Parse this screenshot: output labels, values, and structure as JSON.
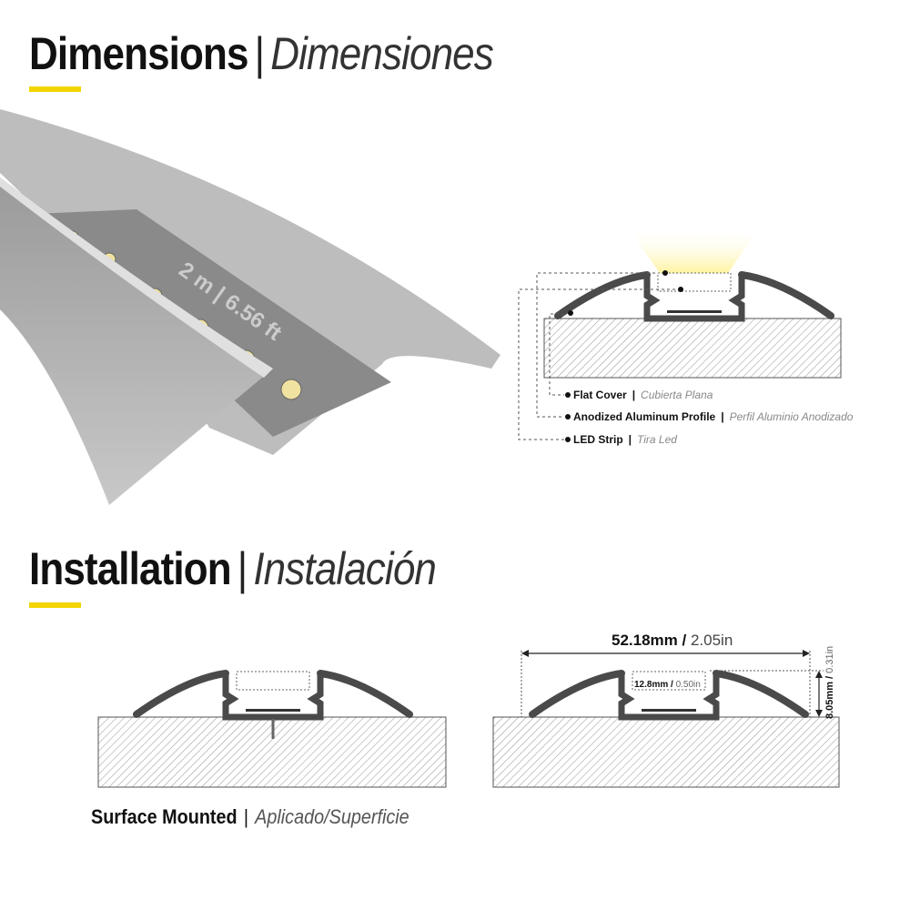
{
  "dimensions": {
    "title": "Dimensions",
    "title_es": "Dimensiones"
  },
  "product_print": "2 m | 6.56 ft",
  "legend": [
    {
      "en": "Flat Cover",
      "es": "Cubierta Plana"
    },
    {
      "en": "Anodized Aluminum Profile",
      "es": "Perfil Aluminio Anodizado"
    },
    {
      "en": "LED Strip",
      "es": "Tira Led"
    }
  ],
  "installation": {
    "title": "Installation",
    "title_es": "Instalación",
    "method": "Surface Mounted",
    "method_es": "Aplicado/Superficie"
  },
  "measurements": {
    "width_mm": "52.18mm /",
    "width_in": "2.05in",
    "height_mm": "8.05mm /",
    "height_in": "0.31in",
    "inner_mm": "12.8mm /",
    "inner_in": "0.50in"
  },
  "colors": {
    "accent": "#f2d500",
    "profile": "#4a4a4a",
    "light": "#fff3a0"
  }
}
